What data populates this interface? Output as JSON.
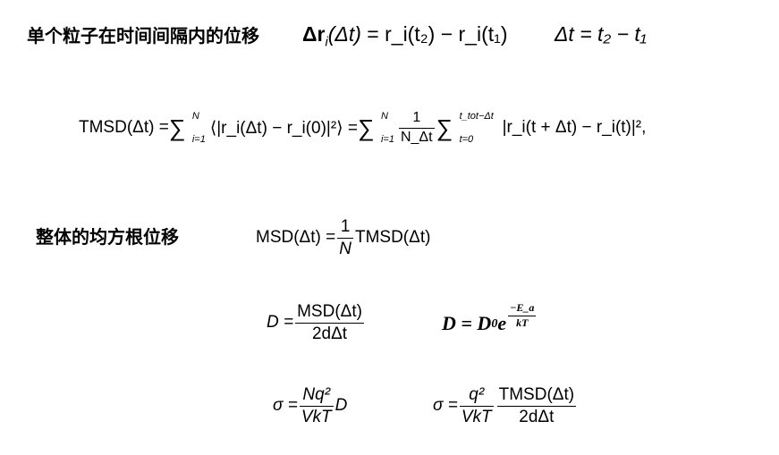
{
  "heading_single": "单个粒子在时间间隔内的位移",
  "heading_total": "整体的均方根位移",
  "eq1_lhs": "Δr",
  "eq1_sub": "i",
  "eq1_arg": "(Δt)",
  "eq1_rhs": "= r_i(t₂) − r_i(t₁)",
  "eq1b": "Δt = t₂ − t₁",
  "tmsd_label": "TMSD(Δt) =",
  "sum_top": "N",
  "sum_bot": "i=1",
  "tmsd_mid": "⟨|r_i(Δt) − r_i(0)|²⟩ =",
  "frac1_num": "1",
  "frac1_den": "N_Δt",
  "sum2_top": "t_tot−Δt",
  "sum2_bot": "t=0",
  "tmsd_tail": "|r_i(t + Δt) − r_i(t)|²,",
  "msd_label": "MSD(Δt) =",
  "msd_num": "1",
  "msd_den": "N",
  "msd_tail": "TMSD(Δt)",
  "d_label": "D =",
  "d_num": "MSD(Δt)",
  "d_den": "2dΔt",
  "d2_text": "D = D",
  "d2_sub": "0",
  "d2_e": "e",
  "d2_exp_num": "−E_a",
  "d2_exp_den": "kT",
  "sigma1_label": "σ =",
  "sigma1_num": "Nq²",
  "sigma1_den": "VkT",
  "sigma1_tail": "D",
  "sigma2_label": "σ =",
  "sigma2_num1": "q²",
  "sigma2_den1": "VkT",
  "sigma2_num2": "TMSD(Δt)",
  "sigma2_den2": "2dΔt"
}
